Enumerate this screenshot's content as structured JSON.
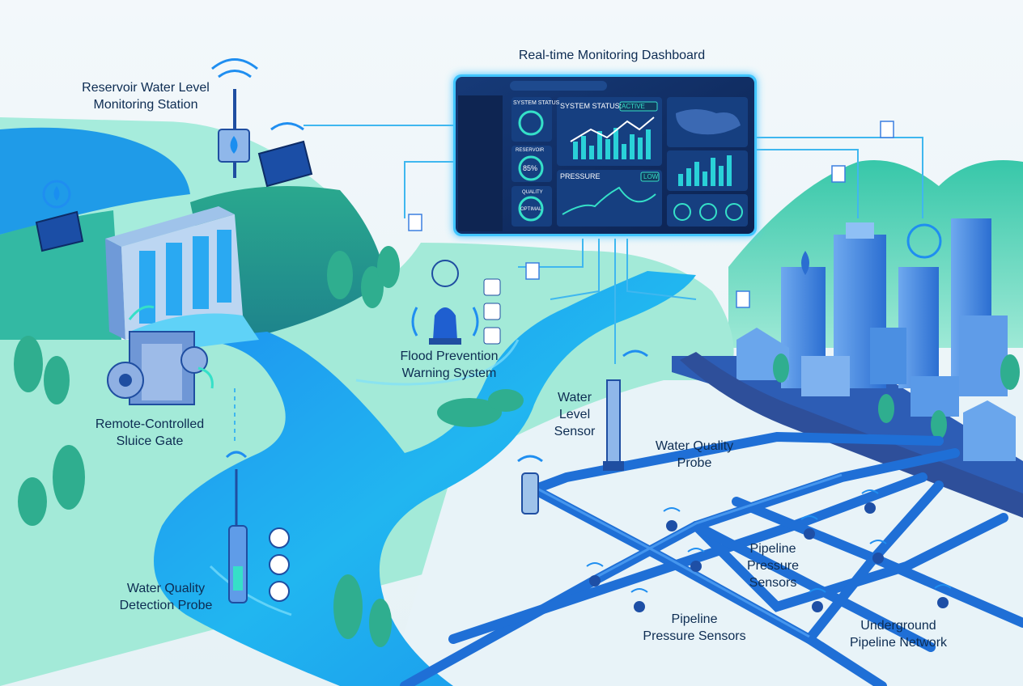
{
  "labels": {
    "dashboard_title": "Real-time Monitoring Dashboard",
    "reservoir_line1": "Reservoir Water Level",
    "reservoir_line2": "Monitoring Station",
    "flood_line1": "Flood Prevention",
    "flood_line2": "Warning System",
    "sluice_line1": "Remote-Controlled",
    "sluice_line2": "Sluice Gate",
    "water_level_line1": "Water",
    "water_level_line2": "Level",
    "water_level_line3": "Sensor",
    "wq_probe_line1": "Water Quality",
    "wq_probe_line2": "Probe",
    "wq_detect_line1": "Water Quality",
    "wq_detect_line2": "Detection Probe",
    "pipe_sensors_a_line1": "Pipeline",
    "pipe_sensors_a_line2": "Pressure",
    "pipe_sensors_a_line3": "Sensors",
    "pipe_sensors_b_line1": "Pipeline",
    "pipe_sensors_b_line2": "Pressure Sensors",
    "network_line1": "Underground",
    "network_line2": "Pipeline Network"
  },
  "dashboard": {
    "system_status_small": "SYSTEM STATUS",
    "system_status": "SYSTEM STATUS:",
    "active_badge": "ACTIVE",
    "reservoir_small": "RESERVOIR",
    "reservoir_percent": "85%",
    "quality_small": "QUALITY",
    "quality_value": "OPTIMAL",
    "pressure": "PRESSURE",
    "low_badge": "LOW"
  },
  "colors": {
    "water": "#1aa3f0",
    "water_light": "#4fd2f5",
    "land": "#8fe3d1",
    "hill": "#2fb79a",
    "pipe": "#1f6fd6",
    "dashboard_bg": "#0f2a5a",
    "accent": "#35e0c8"
  },
  "icons": [
    "wifi-icon",
    "water-drop-icon",
    "solar-panel-icon",
    "alarm-beacon-icon",
    "bluetooth-icon",
    "document-icon",
    "location-pin-icon",
    "gear-icon",
    "sun-icon",
    "signal-icon",
    "traffic-light-icon"
  ]
}
